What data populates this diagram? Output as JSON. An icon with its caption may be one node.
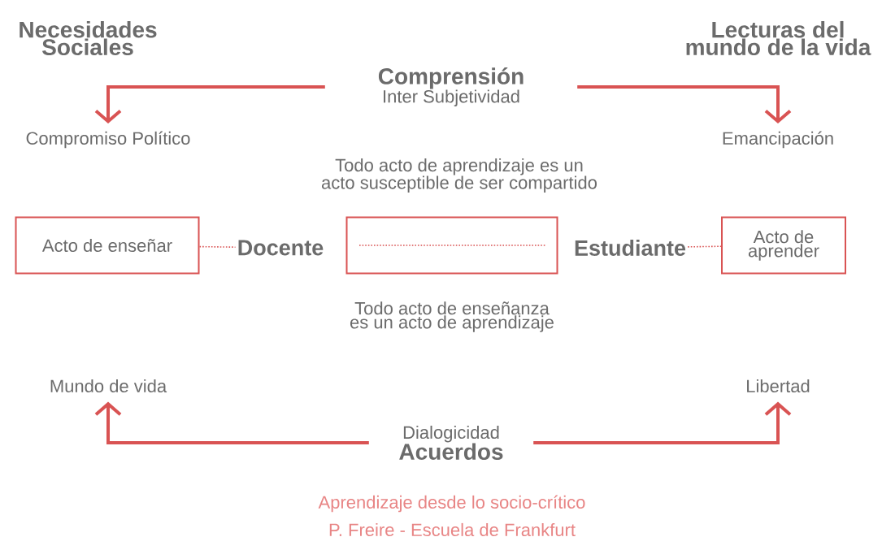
{
  "diagram": {
    "nodes": [
      {
        "text": [
          "Comprensión",
          "Inter Subjetividad"
        ]
      },
      {
        "text": [
          "Compromiso Político"
        ]
      },
      {
        "text": [
          "Emancipación"
        ]
      },
      {
        "text": [
          "Acto de enseñar"
        ]
      },
      {
        "text": [
          "Docente"
        ]
      },
      {
        "text": [],
        "shape": "box"
      },
      {
        "text": [
          "Estudiante"
        ]
      },
      {
        "text": [
          "Acto de aprender"
        ]
      },
      {
        "text": [
          "Mundo de vida"
        ]
      },
      {
        "text": [
          "Libertad"
        ]
      },
      {
        "text": [
          "Dialogicidad",
          "Acuerdos"
        ]
      }
    ],
    "edges": [
      {
        "from": 0,
        "to": 1,
        "arrow": "to"
      },
      {
        "from": 0,
        "to": 2,
        "arrow": "to"
      },
      {
        "from": 3,
        "to": 4,
        "arrow": "none",
        "style": "dashed"
      },
      {
        "from": 6,
        "to": 7,
        "arrow": "none",
        "style": "dashed"
      },
      {
        "from": 10,
        "to": 8,
        "arrow": "to"
      },
      {
        "from": 10,
        "to": 9,
        "arrow": "to"
      }
    ],
    "labels": [
      "Necesidades Sociales",
      "Lecturas del mundo de la vida",
      "Todo acto de aprendizaje es un acto susceptible de ser compartido",
      "Todo acto de enseñanza es un acto de aprendizaje",
      "Aprendizaje desde lo socio-crítico",
      "P. Freire - Escuela de Frankfurt"
    ]
  }
}
